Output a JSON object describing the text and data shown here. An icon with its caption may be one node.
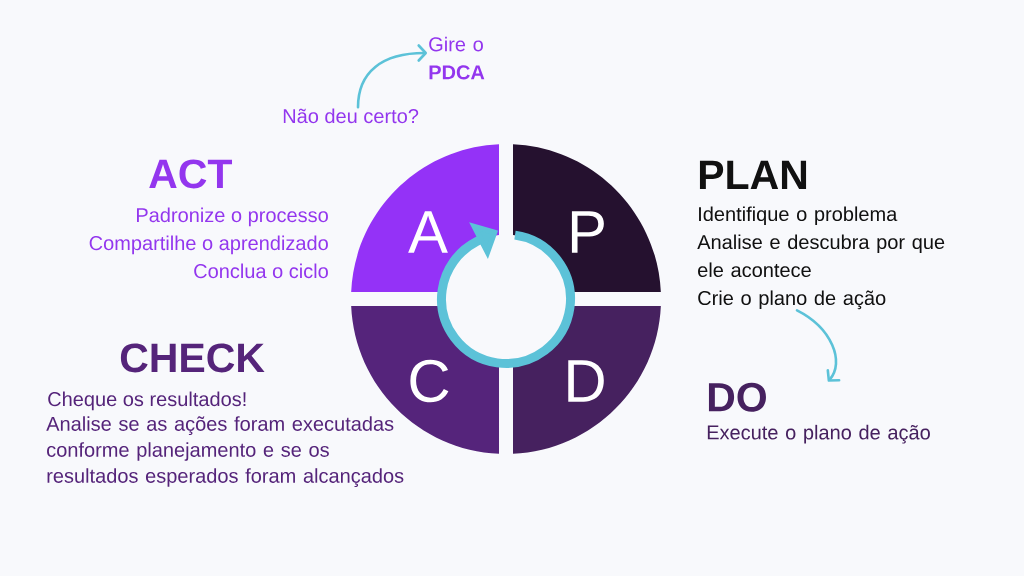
{
  "diagram": {
    "nodes": [
      {
        "text": [
          "A"
        ]
      },
      {
        "text": [
          "P"
        ]
      },
      {
        "text": [
          "C"
        ]
      },
      {
        "text": [
          "D"
        ]
      },
      {
        "text": [
          "Não deu certo?"
        ]
      },
      {
        "text": [
          "Gire o **PDCA**"
        ]
      },
      {
        "text": [
          "PLAN",
          "Identifique o problema",
          "Analise e descubra por que ele acontece",
          "Crie o plano de ação"
        ]
      },
      {
        "text": [
          "DO",
          "Execute o plano de ação"
        ]
      }
    ],
    "edges": [
      {
        "from": 4,
        "to": 5,
        "arrow": "to"
      },
      {
        "from": 6,
        "to": 7,
        "arrow": "to"
      },
      {
        "from": 1,
        "to": 0,
        "arrow": "to",
        "style": "thick"
      }
    ],
    "labels": [
      "ACT",
      "Padronize o processo",
      "Compartilhe o aprendizado",
      "Conclua o ciclo",
      "CHECK",
      "Cheque os resultados!",
      "Analise se as ações foram executadas conforme planejamento e se os resultados esperados foram alcançados"
    ]
  }
}
